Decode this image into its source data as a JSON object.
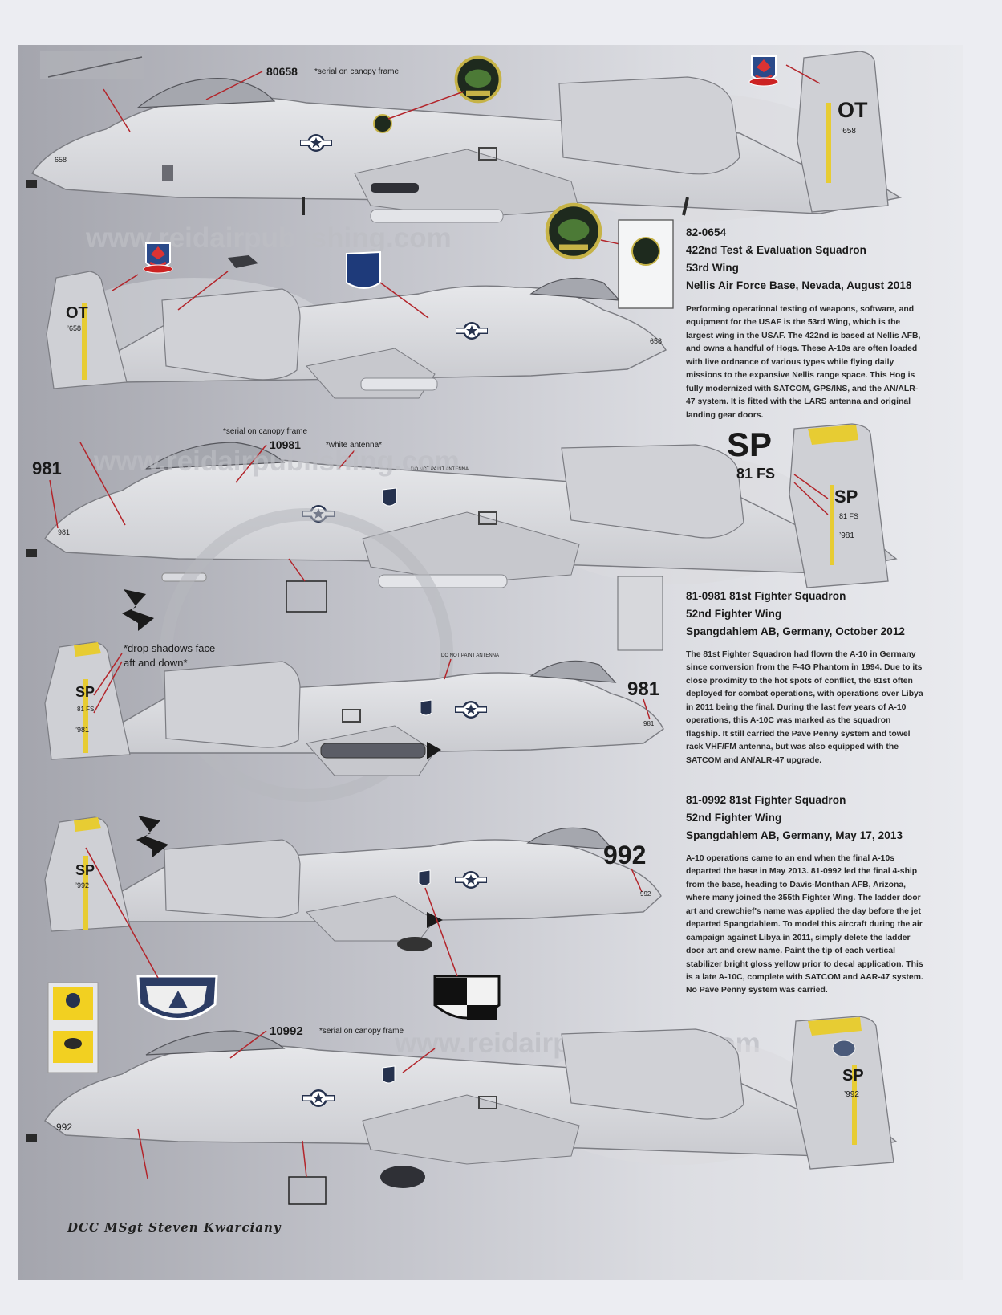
{
  "watermark": "www.reidairpublishing.com",
  "plate1": {
    "serial_nose": "80658",
    "serial_note": "*serial on canopy frame",
    "nose_num": "658",
    "tail_code": "OT",
    "tail_serial": "’658"
  },
  "plate2": {
    "tail_code": "OT",
    "tail_serial": "’658",
    "nose_num": "658",
    "header": [
      "82-0654",
      "422nd Test & Evaluation Squadron",
      "53rd Wing",
      "Nellis Air Force Base, Nevada, August 2018"
    ],
    "body": "Performing operational testing of weapons, software, and equipment for the USAF is the 53rd Wing, which is the largest wing in the USAF. The 422nd is based at Nellis AFB, and owns a handful of Hogs. These A-10s are often loaded with live ordnance of various types while flying daily missions to the expansive Nellis range space. This Hog is fully modernized with SATCOM, GPS/INS, and the AN/ALR-47 system. It is fitted with the LARS antenna and original landing gear doors."
  },
  "plate3": {
    "serial_note": "*serial on canopy frame",
    "serial_nose": "10981",
    "antenna_note": "*white antenna*",
    "antenna_label": "DO NOT PAINT ANTENNA",
    "big_num": "981",
    "nose_num": "981",
    "sp_big": "SP",
    "fs_big": "81 FS",
    "tail_code": "SP",
    "tail_fs": "81 FS",
    "tail_serial": "’981"
  },
  "plate4": {
    "drop_note_1": "*drop shadows face",
    "drop_note_2": "aft and down*",
    "antenna_label": "DO NOT PAINT ANTENNA",
    "big_num": "981",
    "nose_num": "981",
    "tail_code": "SP",
    "tail_fs": "81 FS",
    "tail_serial": "’981",
    "header": [
      "81-0981 81st Fighter Squadron",
      "52nd Fighter Wing",
      "Spangdahlem AB, Germany, October 2012"
    ],
    "body": "The 81st Fighter Squadron had flown the A-10 in Germany since conversion from the F-4G Phantom in 1994. Due to its close proximity to the hot spots of conflict, the 81st often deployed for combat operations, with operations over Libya in 2011 being the final. During the last few years of A-10 operations, this A-10C was marked as the squadron flagship. It still carried the Pave Penny system and towel rack VHF/FM antenna, but was also equipped with the SATCOM and AN/ALR-47 upgrade."
  },
  "plate5": {
    "big_num": "992",
    "nose_num": "992",
    "tail_code": "SP",
    "tail_serial": "’992",
    "header": [
      "81-0992 81st Fighter Squadron",
      "52nd Fighter Wing",
      "Spangdahlem AB, Germany, May 17, 2013"
    ],
    "body": "A-10 operations came to an end when the final A-10s departed the base in May 2013. 81-0992 led the final 4-ship from the base, heading to Davis-Monthan AFB, Arizona, where many joined the 355th Fighter Wing. The ladder door art and crewchief's name was applied the day before the jet departed Spangdahlem. To model this aircraft during the air campaign against Libya in 2011, simply delete the ladder door art and crew name. Paint the tip of each vertical stabilizer bright gloss yellow prior to decal application. This is a late A-10C, complete with SATCOM and AAR-47 system. No Pave Penny system was carried."
  },
  "plate6": {
    "serial_nose": "10992",
    "serial_note": "*serial on canopy frame",
    "nose_num": "992",
    "tail_code": "SP",
    "tail_serial": "’992",
    "crew_name": "DCC MSgt Steven Kwarciany"
  },
  "colors": {
    "sheet_gradient": [
      "#a4a5ad",
      "#e9eaee"
    ],
    "aircraft_grey": "#d4d5d9",
    "tail_yellow": "#e7cc33",
    "leader_line": "#b3252b",
    "insignia_blue": "#26324e"
  }
}
